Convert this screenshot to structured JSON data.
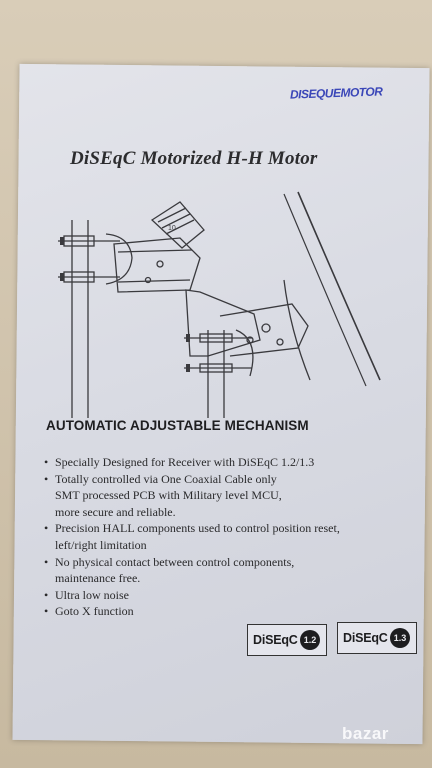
{
  "document": {
    "stamp_text": "DISEQUEMOTOR",
    "title": "DiSEqC  Motorized H-H Motor",
    "diagram_labels": {
      "scale": "10"
    },
    "subheading": "AUTOMATIC ADJUSTABLE MECHANISM",
    "features": [
      {
        "bullet": "•",
        "lines": [
          "Specially Designed for Receiver with DiSEqC 1.2/1.3"
        ]
      },
      {
        "bullet": "•",
        "lines": [
          "Totally controlled via One Coaxial Cable only",
          "SMT processed PCB with Military level MCU,",
          "more secure and reliable."
        ]
      },
      {
        "bullet": "•",
        "lines": [
          "Precision HALL components used to control position reset,",
          "left/right limitation"
        ]
      },
      {
        "bullet": "•",
        "lines": [
          "No physical contact between control components,",
          "maintenance free."
        ]
      },
      {
        "bullet": "•",
        "lines": [
          "Ultra low noise"
        ]
      },
      {
        "bullet": "•",
        "lines": [
          "Goto X function"
        ]
      }
    ],
    "logos": [
      {
        "text": "DiSEqC",
        "version": "1.2"
      },
      {
        "text": "DiSEqC",
        "version": "1.3"
      }
    ],
    "watermark": "bazar"
  },
  "colors": {
    "paper": "#dcdee6",
    "ink": "#2a2a2c",
    "stamp": "#3b47b8",
    "background": "#d2c5ad"
  }
}
